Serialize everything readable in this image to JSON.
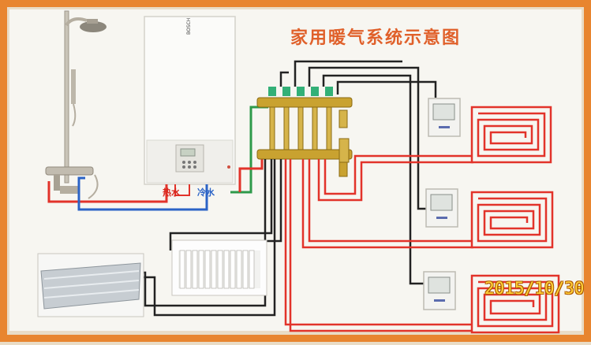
{
  "title": "家用暖气系统示意图",
  "boiler": {
    "brand": "BOSCH"
  },
  "labels": {
    "hot_water": "热水",
    "cold_water": "冷水"
  },
  "timestamp": "2015/10/30",
  "colors": {
    "frame": "#e8852f",
    "panel": "#f7f6f1",
    "hot_pipe": "#e2332a",
    "cold_pipe": "#2b63c6",
    "black_pipe": "#222222",
    "green_pipe": "#2e9a4a",
    "title": "#e0602a"
  },
  "nodes": [
    {
      "id": "shower",
      "icon": "shower-icon"
    },
    {
      "id": "boiler",
      "icon": "boiler-icon"
    },
    {
      "id": "manifold",
      "icon": "manifold-icon"
    },
    {
      "id": "radiator",
      "icon": "radiator-icon"
    },
    {
      "id": "towel-radiator",
      "icon": "towel-radiator-icon"
    },
    {
      "id": "thermostat-1",
      "icon": "thermostat-icon"
    },
    {
      "id": "thermostat-2",
      "icon": "thermostat-icon"
    },
    {
      "id": "thermostat-3",
      "icon": "thermostat-icon"
    },
    {
      "id": "floor-loop-1",
      "icon": "floor-heating-loop-icon"
    },
    {
      "id": "floor-loop-2",
      "icon": "floor-heating-loop-icon"
    },
    {
      "id": "floor-loop-3",
      "icon": "floor-heating-loop-icon"
    }
  ]
}
